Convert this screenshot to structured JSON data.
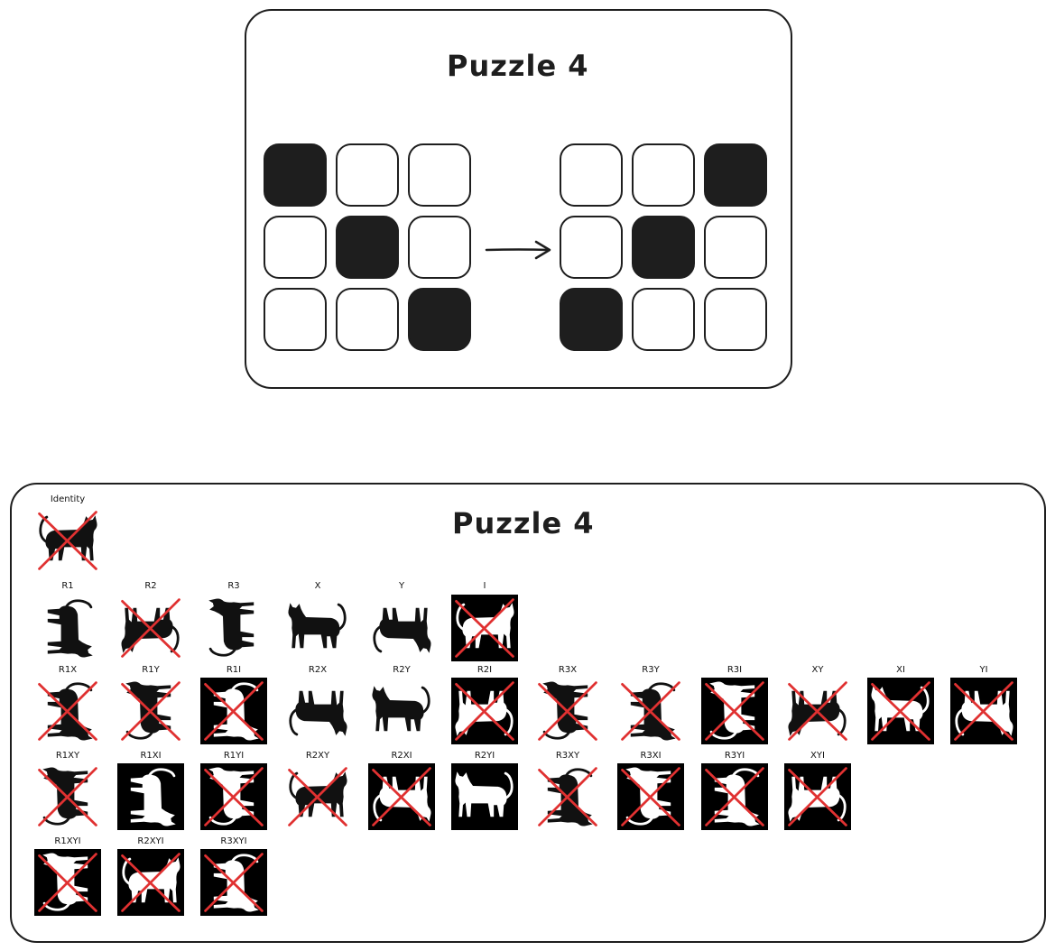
{
  "top_panel": {
    "title": "Puzzle 4",
    "input_grid": [
      [
        1,
        0,
        0
      ],
      [
        0,
        1,
        0
      ],
      [
        0,
        0,
        1
      ]
    ],
    "output_grid": [
      [
        0,
        0,
        1
      ],
      [
        0,
        1,
        0
      ],
      [
        1,
        0,
        0
      ]
    ],
    "arrow": "right-arrow"
  },
  "bottom_panel": {
    "title": "Puzzle 4",
    "rows": [
      [
        {
          "label": "Identity",
          "inverted": false,
          "crossed": true,
          "pose": "identity"
        }
      ],
      [
        {
          "label": "R1",
          "inverted": false,
          "crossed": false,
          "pose": "r1"
        },
        {
          "label": "R2",
          "inverted": false,
          "crossed": true,
          "pose": "r2"
        },
        {
          "label": "R3",
          "inverted": false,
          "crossed": false,
          "pose": "r3"
        },
        {
          "label": "X",
          "inverted": false,
          "crossed": false,
          "pose": "x"
        },
        {
          "label": "Y",
          "inverted": false,
          "crossed": false,
          "pose": "y"
        },
        {
          "label": "I",
          "inverted": true,
          "crossed": true,
          "pose": "identity"
        }
      ],
      [
        {
          "label": "R1X",
          "inverted": false,
          "crossed": true,
          "pose": "r1"
        },
        {
          "label": "R1Y",
          "inverted": false,
          "crossed": true,
          "pose": "r3"
        },
        {
          "label": "R1I",
          "inverted": true,
          "crossed": true,
          "pose": "r1"
        },
        {
          "label": "R2X",
          "inverted": false,
          "crossed": false,
          "pose": "y"
        },
        {
          "label": "R2Y",
          "inverted": false,
          "crossed": false,
          "pose": "x"
        },
        {
          "label": "R2I",
          "inverted": true,
          "crossed": true,
          "pose": "r2"
        },
        {
          "label": "R3X",
          "inverted": false,
          "crossed": true,
          "pose": "r3"
        },
        {
          "label": "R3Y",
          "inverted": false,
          "crossed": true,
          "pose": "r1"
        },
        {
          "label": "R3I",
          "inverted": true,
          "crossed": true,
          "pose": "r3"
        },
        {
          "label": "XY",
          "inverted": false,
          "crossed": true,
          "pose": "r2"
        },
        {
          "label": "XI",
          "inverted": true,
          "crossed": true,
          "pose": "x"
        },
        {
          "label": "YI",
          "inverted": true,
          "crossed": true,
          "pose": "y"
        }
      ],
      [
        {
          "label": "R1XY",
          "inverted": false,
          "crossed": true,
          "pose": "r3"
        },
        {
          "label": "R1XI",
          "inverted": true,
          "crossed": false,
          "pose": "r1"
        },
        {
          "label": "R1YI",
          "inverted": true,
          "crossed": true,
          "pose": "r3"
        },
        {
          "label": "R2XY",
          "inverted": false,
          "crossed": true,
          "pose": "identity"
        },
        {
          "label": "R2XI",
          "inverted": true,
          "crossed": true,
          "pose": "y"
        },
        {
          "label": "R2YI",
          "inverted": true,
          "crossed": false,
          "pose": "x"
        },
        {
          "label": "R3XY",
          "inverted": false,
          "crossed": true,
          "pose": "r1"
        },
        {
          "label": "R3XI",
          "inverted": true,
          "crossed": true,
          "pose": "r3"
        },
        {
          "label": "R3YI",
          "inverted": true,
          "crossed": true,
          "pose": "r1"
        },
        {
          "label": "XYI",
          "inverted": true,
          "crossed": true,
          "pose": "r2"
        }
      ],
      [
        {
          "label": "R1XYI",
          "inverted": true,
          "crossed": true,
          "pose": "r3"
        },
        {
          "label": "R2XYI",
          "inverted": true,
          "crossed": true,
          "pose": "identity"
        },
        {
          "label": "R3XYI",
          "inverted": true,
          "crossed": true,
          "pose": "r1"
        }
      ]
    ]
  },
  "colors": {
    "ink": "#1e1e1e",
    "cross": "#e03131",
    "paper": "#ffffff"
  }
}
